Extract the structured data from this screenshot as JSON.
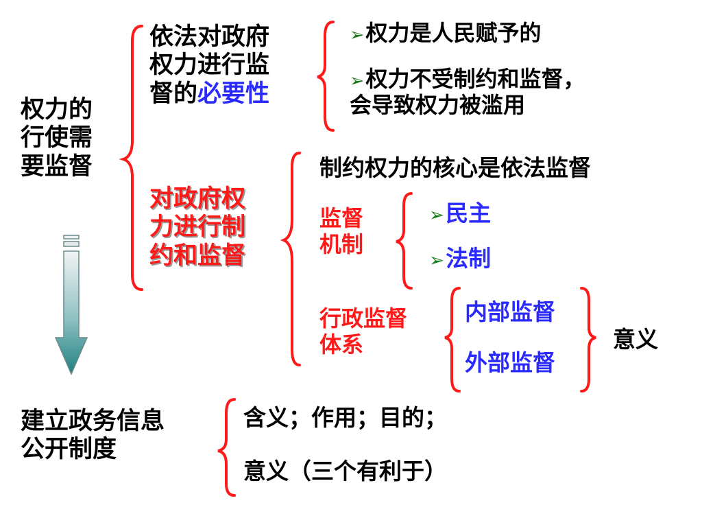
{
  "root": {
    "line1": "权力的",
    "line2": "行使需",
    "line3": "要监督"
  },
  "necessity": {
    "line1": "依法对政府",
    "line2": "权力进行监",
    "line3_pre": "督的",
    "line3_em": "必要性"
  },
  "necessity_points": {
    "p1": "权力是人民赋予的",
    "p2_line1": "权力不受制约和监督，",
    "p2_line2": "会导致权力被滥用",
    "bullet": "➢"
  },
  "supervise": {
    "line1": "对政府权",
    "line2": "力进行制",
    "line3": "约和监督"
  },
  "core": "制约权力的核心是依法监督",
  "mechanism": {
    "line1": "监督",
    "line2": "机制",
    "item1": "民主",
    "item2": "法制"
  },
  "admin_system": {
    "line1": "行政监督",
    "line2": "体系",
    "internal": "内部监督",
    "external": "外部监督",
    "meaning": "意义"
  },
  "info_disclosure": {
    "line1": "建立政务信息",
    "line2": "公开制度",
    "item1": "含义；作用；目的；",
    "item2": "意义（三个有利于）"
  },
  "colors": {
    "red": "#ff1a1a",
    "blue": "#2a2aff",
    "bullet": "#1a7a1a",
    "arrow_top": "#e8eaec",
    "arrow_bottom": "#2a8a8a"
  },
  "icons": {
    "bullet": "triangle-bullet-icon",
    "flow": "down-arrow-icon"
  }
}
